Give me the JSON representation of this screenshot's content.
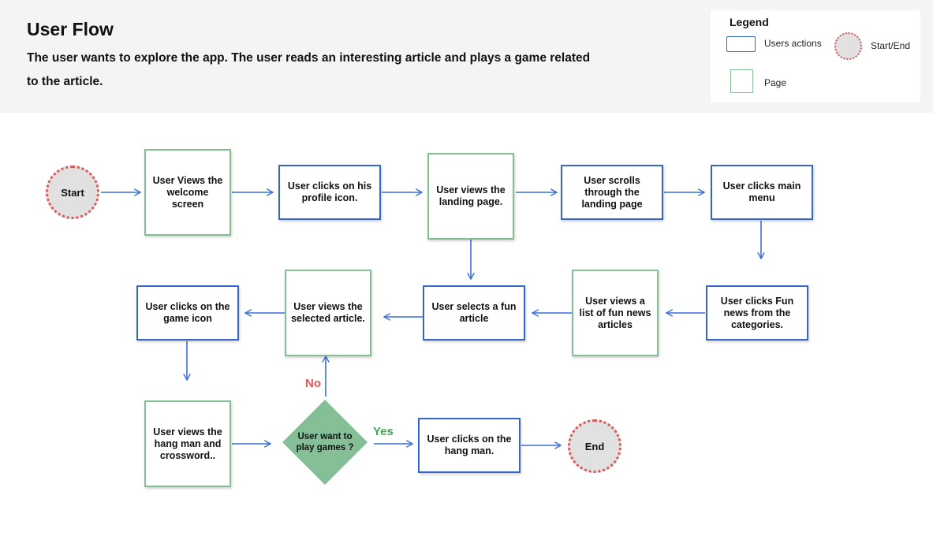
{
  "header": {
    "title": "User Flow",
    "description": "The user wants to explore the app. The user reads an interesting article and plays a game related to the article."
  },
  "legend": {
    "title": "Legend",
    "users_actions": "Users actions",
    "page": "Page",
    "start_end": "Start/End"
  },
  "colors": {
    "action_border": "#3366cc",
    "page_border": "#82bf92",
    "terminal_fill": "#e1e1e1",
    "terminal_border": "#e05555",
    "decision_fill": "#84bf98",
    "arrow": "#3a6fd8",
    "yes_label": "#3aa655",
    "no_label": "#e05555"
  },
  "flow": {
    "start": "Start",
    "end": "End",
    "n1": "User Views the welcome screen",
    "n2": "User clicks on his profile icon.",
    "n3": "User views the landing page.",
    "n4": "User scrolls through the landing page",
    "n5": "User clicks main menu",
    "n6": "User clicks Fun news from the categories.",
    "n7": "User views a list of fun news articles",
    "n8": "User selects a fun article",
    "n9": "User views the selected article.",
    "n10": "User clicks on the game icon",
    "n11": "User views the hang man and crossword..",
    "decision": "User want to play games ?",
    "n12": "User clicks on the hang man.",
    "yes": "Yes",
    "no": "No"
  }
}
